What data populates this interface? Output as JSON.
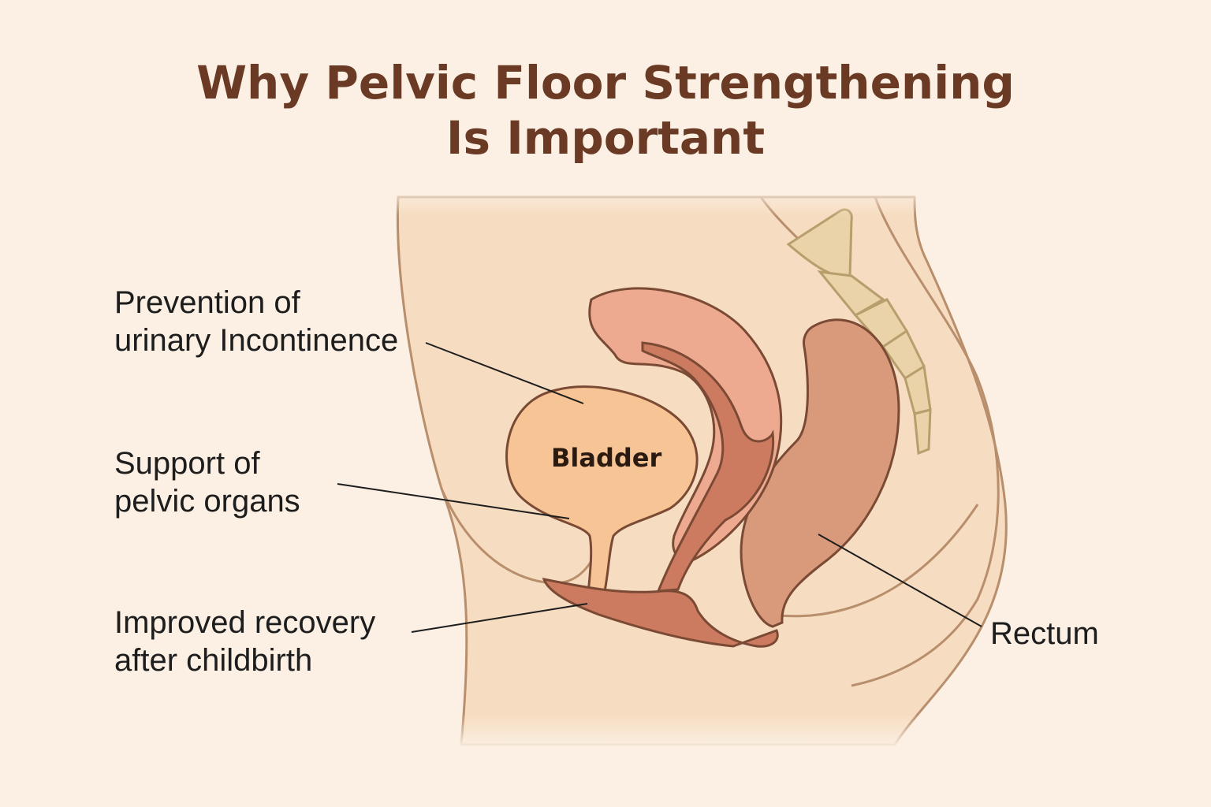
{
  "title": {
    "line1": "Why Pelvic Floor Strengthening",
    "line2": "Is Important"
  },
  "benefits": [
    {
      "line1": "Prevention of",
      "line2": "urinary Incontinence"
    },
    {
      "line1": "Support of",
      "line2": "pelvic organs"
    },
    {
      "line1": "Improved recovery",
      "line2": "after childbirth"
    }
  ],
  "organs": {
    "bladder": "Bladder",
    "rectum": "Rectum"
  },
  "colors": {
    "background": "#fbf0e3",
    "body": "#f6dcc0",
    "bladder": "#f7c495",
    "uterus": "#eeaa90",
    "rectum": "#d99a7c",
    "muscle": "#cc7a60",
    "spine": "#ead3a8",
    "title": "#6b3a24"
  }
}
